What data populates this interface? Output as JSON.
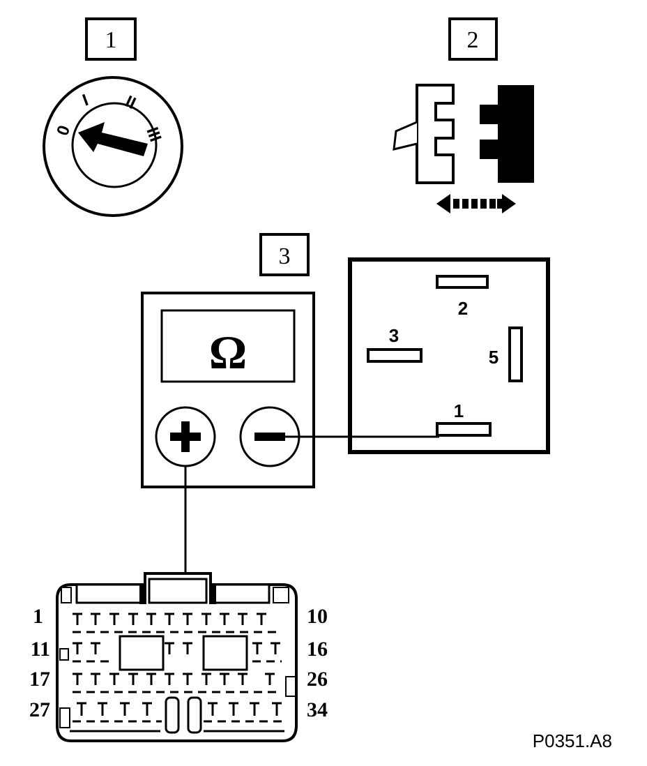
{
  "steps": {
    "s1": "1",
    "s2": "2",
    "s3": "3"
  },
  "ignition": {
    "pos0": "0",
    "pos1": "I",
    "pos2": "II",
    "pos3": "III"
  },
  "meter": {
    "symbol": "Ω",
    "plus": "+",
    "minus": "−"
  },
  "relay": {
    "pin2": "2",
    "pin3": "3",
    "pin5": "5",
    "pin1": "1"
  },
  "connector": {
    "row1_left": "1",
    "row1_right": "10",
    "row2_left": "11",
    "row2_right": "16",
    "row3_left": "17",
    "row3_right": "26",
    "row4_left": "27",
    "row4_right": "34"
  },
  "reference": "P0351.A8",
  "colors": {
    "ink": "#000000",
    "paper": "#ffffff"
  }
}
